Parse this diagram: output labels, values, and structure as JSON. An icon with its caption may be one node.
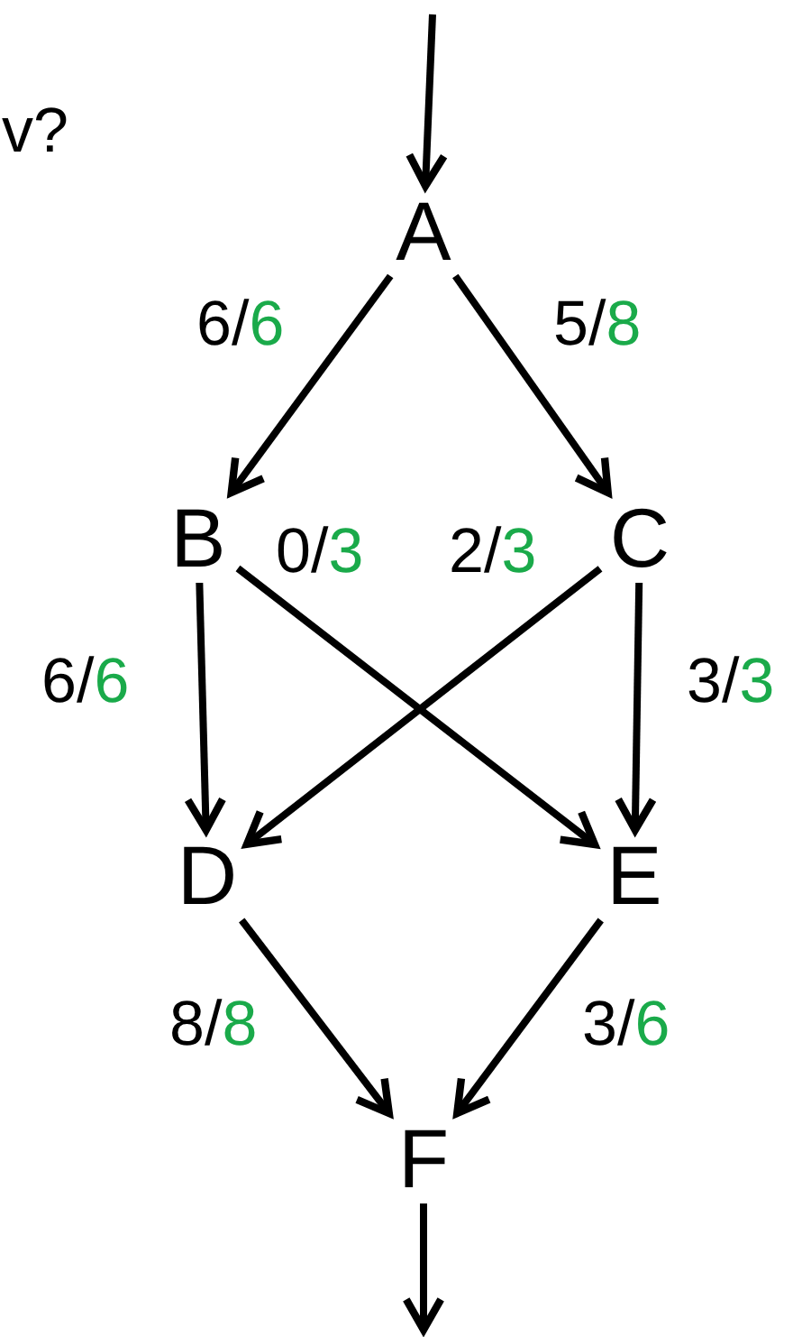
{
  "diagram": {
    "nodes": [
      {
        "text": [
          "A"
        ]
      },
      {
        "text": [
          "B"
        ]
      },
      {
        "text": [
          "C"
        ]
      },
      {
        "text": [
          "D"
        ]
      },
      {
        "text": [
          "E"
        ]
      },
      {
        "text": [
          "F"
        ]
      }
    ],
    "edges": [
      {
        "from": null,
        "to": 0,
        "arrow": "to"
      },
      {
        "from": 0,
        "to": 1,
        "arrow": "to",
        "label": "6/6"
      },
      {
        "from": 0,
        "to": 2,
        "arrow": "to",
        "label": "5/8"
      },
      {
        "from": 1,
        "to": 3,
        "arrow": "to",
        "label": "6/6"
      },
      {
        "from": 1,
        "to": 4,
        "arrow": "to",
        "label": "0/3"
      },
      {
        "from": 2,
        "to": 3,
        "arrow": "to",
        "label": "2/3"
      },
      {
        "from": 2,
        "to": 4,
        "arrow": "to",
        "label": "3/3"
      },
      {
        "from": 3,
        "to": 5,
        "arrow": "to",
        "label": "8/8"
      },
      {
        "from": 4,
        "to": 5,
        "arrow": "to",
        "label": "3/6"
      },
      {
        "from": 5,
        "to": null,
        "arrow": "to"
      }
    ],
    "labels": [
      "v?"
    ]
  }
}
